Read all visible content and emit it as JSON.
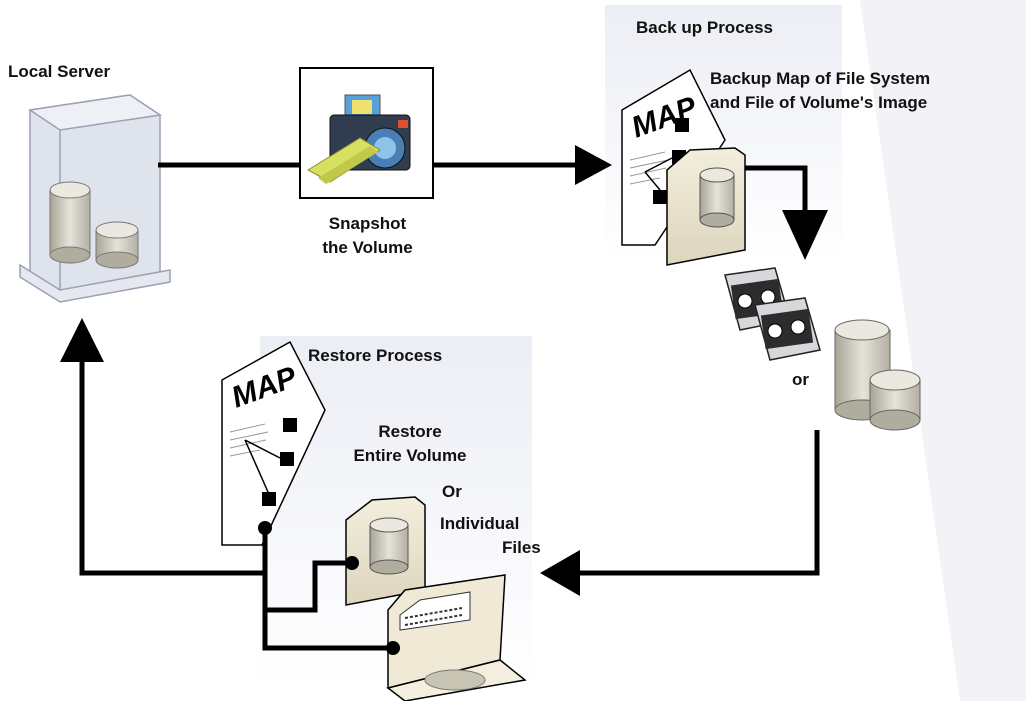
{
  "labels": {
    "local_server": "Local Server",
    "snapshot_line1": "Snapshot",
    "snapshot_line2": "the Volume",
    "backup_process": "Back up Process",
    "backup_map_line1": "Backup Map of File System",
    "backup_map_line2": "and File of Volume's Image",
    "or_media": "or",
    "restore_process": "Restore Process",
    "restore_line1": "Restore",
    "restore_line2": "Entire Volume",
    "restore_or": "Or",
    "individual_line1": "Individual",
    "individual_line2": "Files",
    "map_text_backup": "MAP",
    "map_text_restore": "MAP"
  },
  "colors": {
    "arrow": "#000000",
    "panel_top": "#eef0f6",
    "panel_bottom": "#ffffff",
    "server": "#c8cdd8",
    "folder": "#ece6d2",
    "disk": "#d5d1c6",
    "backdrop": "#f4f4f8"
  },
  "icons": [
    "server-icon",
    "camera-icon",
    "map-document-icon",
    "folder-disk-icon",
    "tape-icon",
    "disk-stack-icon",
    "open-folder-document-icon"
  ]
}
